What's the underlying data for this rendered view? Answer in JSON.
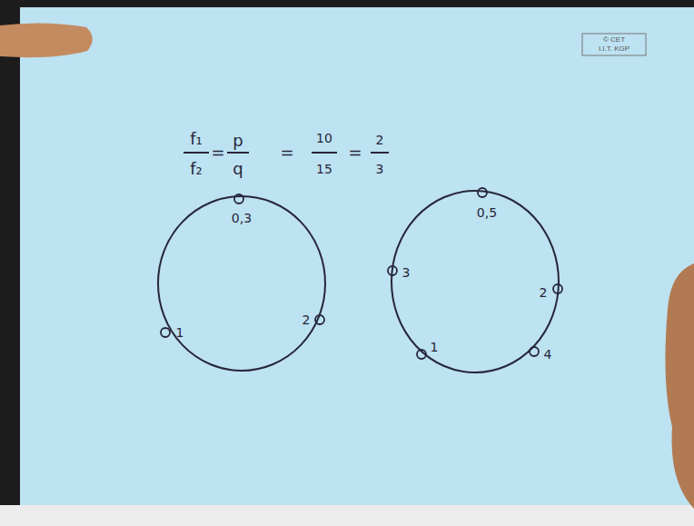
{
  "diagram": {
    "labels": [
      "f₁",
      "f₂",
      "=",
      "p",
      "q",
      "=",
      "10",
      "15",
      "=",
      "2",
      "3",
      "0,3",
      "1",
      "2",
      "0,5",
      "2",
      "3",
      "1",
      "4",
      "© CET",
      "I.I.T. KGP"
    ]
  }
}
